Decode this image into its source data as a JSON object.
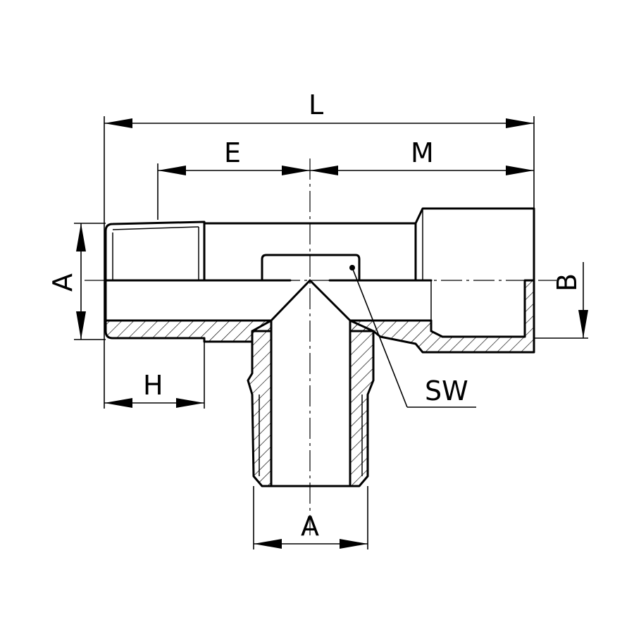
{
  "labels": {
    "L": "L",
    "E": "E",
    "M": "M",
    "A_side": "A",
    "B": "B",
    "H": "H",
    "SW": "SW",
    "A_bottom": "A"
  }
}
